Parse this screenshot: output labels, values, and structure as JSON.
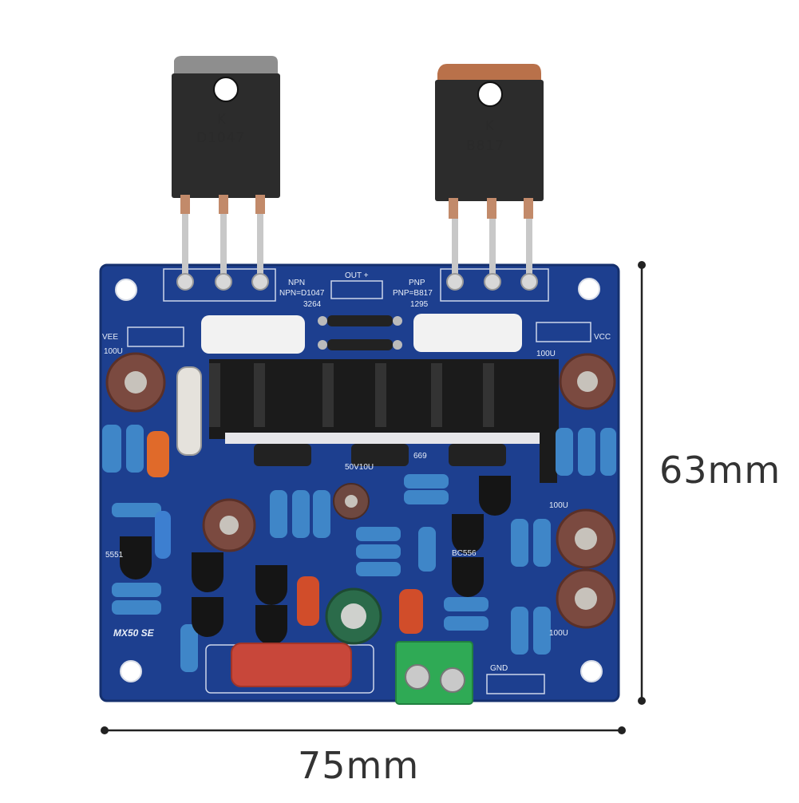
{
  "dimensions": {
    "width_label": "75mm",
    "height_label": "63mm"
  },
  "board": {
    "color": "#1d3f8f",
    "model_label": "MX50 SE",
    "silkscreen": {
      "npn_label": "NPN",
      "npn_part": "NPN=D1047",
      "pnp_label": "PNP",
      "pnp_part": "PNP=B817",
      "out_label": "OUT +",
      "vee_label": "VEE",
      "vcc_label": "VCC",
      "gnd_label": "GND",
      "cap_100u": "100U",
      "cap_50v10u": "50V10U",
      "bc556": "BC556",
      "c5551": "5551",
      "n3264": "3264",
      "n1295": "1295",
      "n669": "669"
    }
  },
  "transistors": {
    "left": {
      "brand": "K",
      "part": "D1047"
    },
    "right": {
      "brand": "K",
      "part": "B817"
    }
  },
  "colors": {
    "pcb_blue": "#1d3f8f",
    "heatsink": "#1b1b1b",
    "terminal_green": "#2faa55",
    "film_cap": "#c8473a",
    "copper": "#b9714a"
  }
}
